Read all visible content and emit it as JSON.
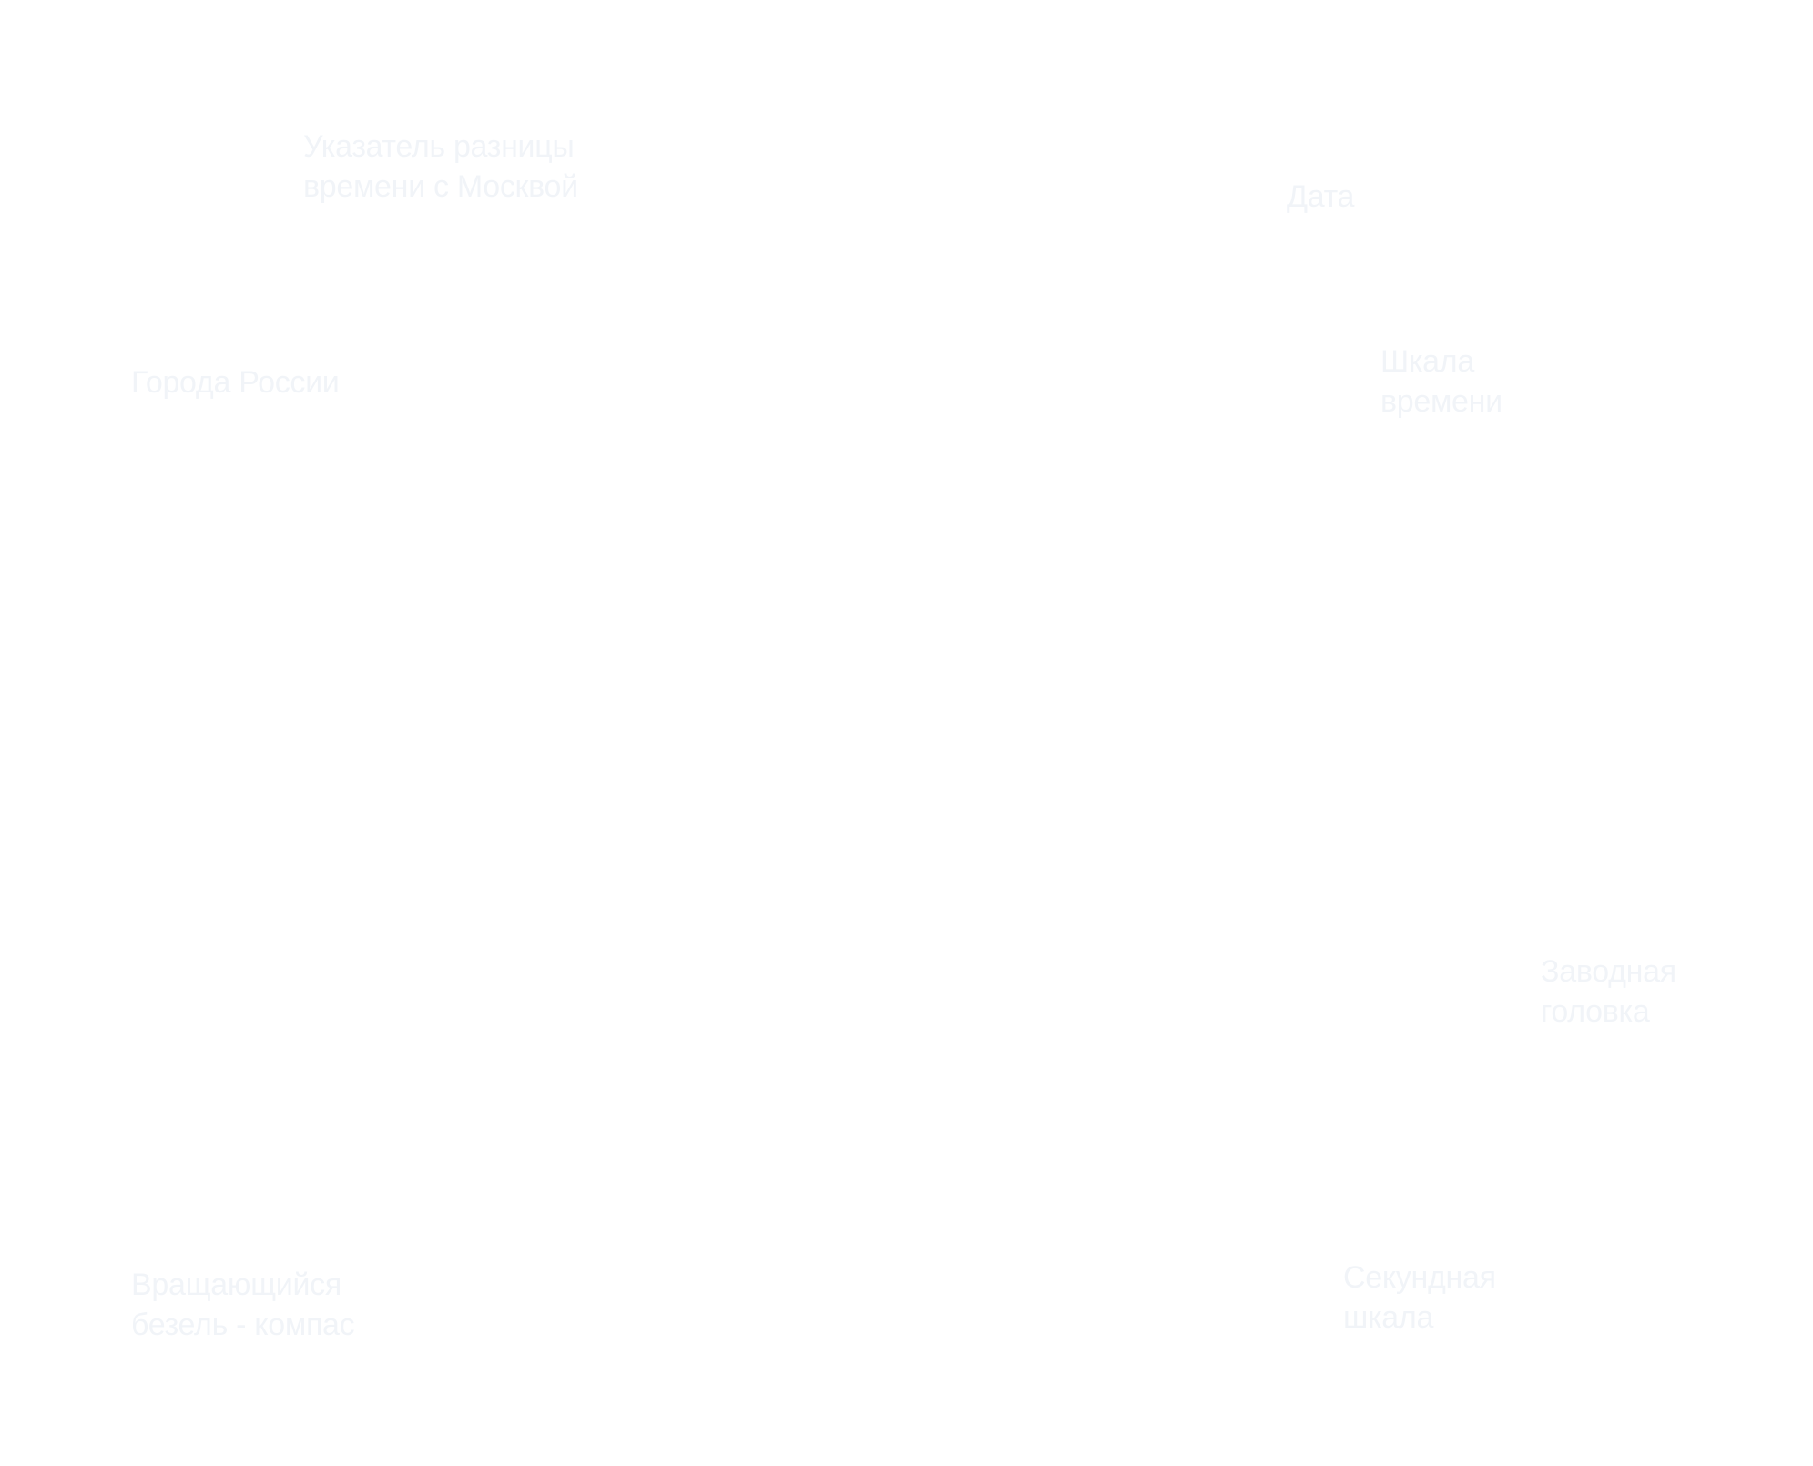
{
  "diagram": {
    "subject": "watch",
    "label_color": "#f1f4f8",
    "background_color": "#ffffff",
    "callouts": [
      {
        "id": "moscow-diff",
        "lines": [
          "Указатель разницы",
          "времени с Москвой"
        ]
      },
      {
        "id": "cities",
        "lines": [
          "Города России"
        ]
      },
      {
        "id": "date",
        "lines": [
          "Дата"
        ]
      },
      {
        "id": "time-scale",
        "lines": [
          "Шкала",
          "времени"
        ]
      },
      {
        "id": "crown",
        "lines": [
          "Заводная",
          "головка"
        ]
      },
      {
        "id": "seconds",
        "lines": [
          "Секундная",
          "шкала"
        ]
      },
      {
        "id": "bezel",
        "lines": [
          "Вращающийся",
          "безель - компас"
        ]
      }
    ]
  }
}
